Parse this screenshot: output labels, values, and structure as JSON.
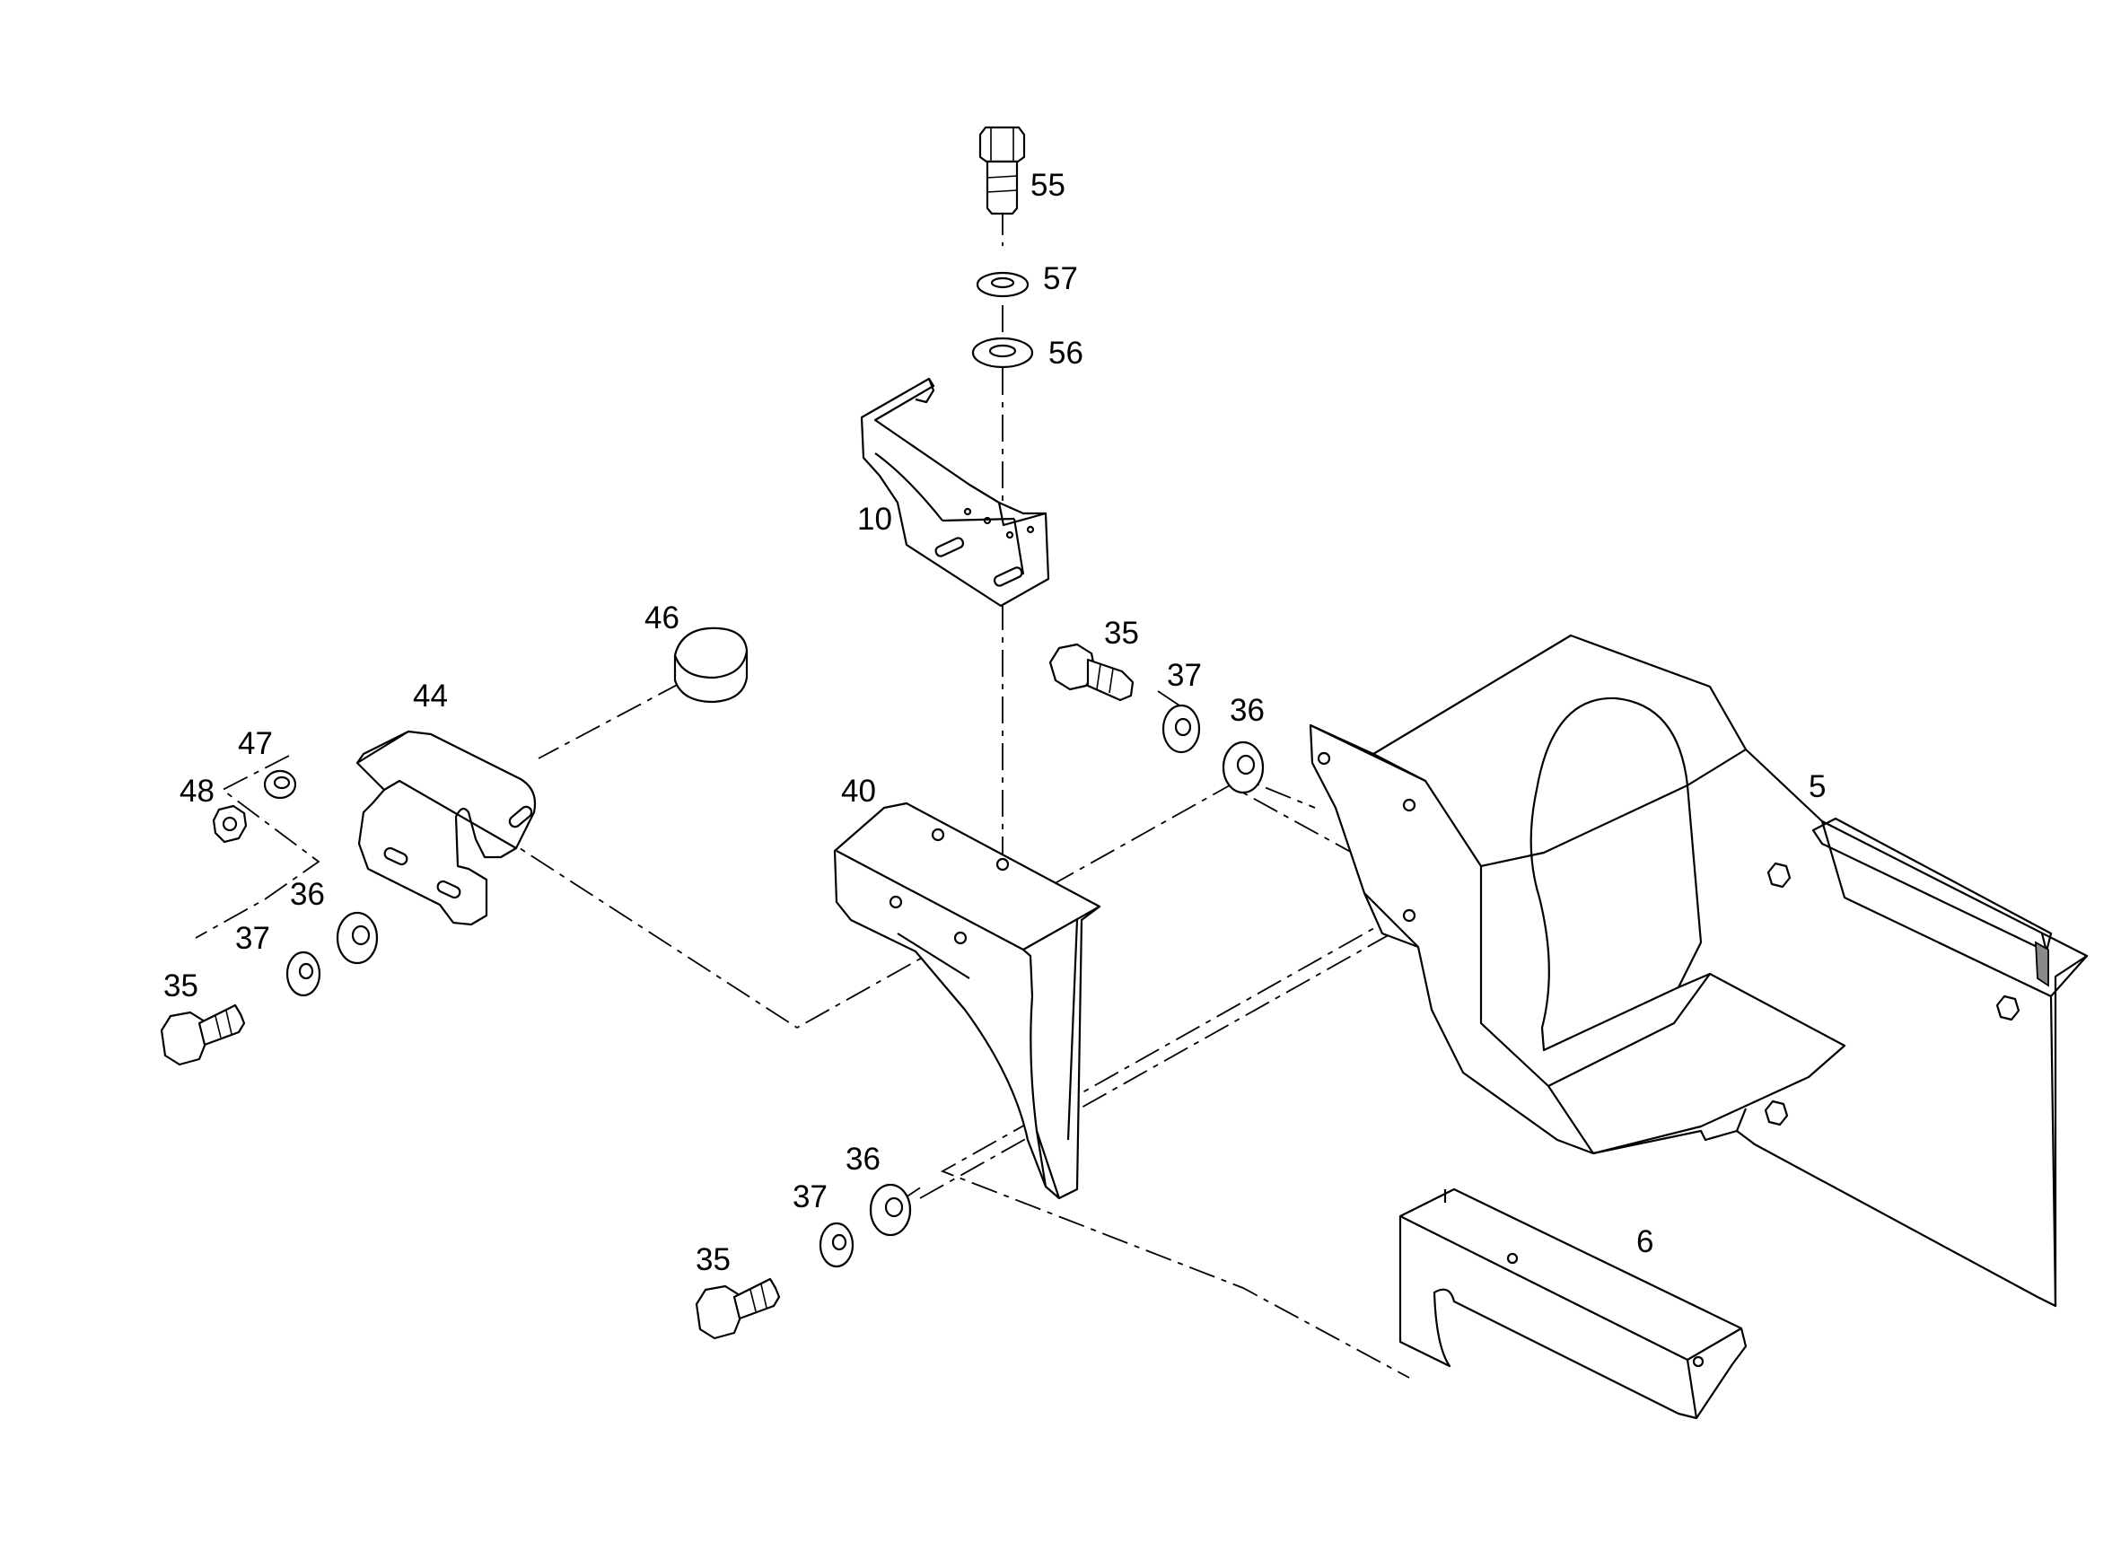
{
  "diagram": {
    "part_labels": [
      {
        "id": "p55",
        "text": "55"
      },
      {
        "id": "p57",
        "text": "57"
      },
      {
        "id": "p56",
        "text": "56"
      },
      {
        "id": "p10",
        "text": "10"
      },
      {
        "id": "p46",
        "text": "46"
      },
      {
        "id": "p44",
        "text": "44"
      },
      {
        "id": "p47",
        "text": "47"
      },
      {
        "id": "p48",
        "text": "48"
      },
      {
        "id": "p40",
        "text": "40"
      },
      {
        "id": "p36a",
        "text": "36"
      },
      {
        "id": "p37a",
        "text": "37"
      },
      {
        "id": "p35a",
        "text": "35"
      },
      {
        "id": "p35b",
        "text": "35"
      },
      {
        "id": "p37b",
        "text": "37"
      },
      {
        "id": "p36b",
        "text": "36"
      },
      {
        "id": "p5",
        "text": "5"
      },
      {
        "id": "p6",
        "text": "6"
      },
      {
        "id": "p36c",
        "text": "36"
      },
      {
        "id": "p37c",
        "text": "37"
      },
      {
        "id": "p35c",
        "text": "35"
      }
    ]
  }
}
